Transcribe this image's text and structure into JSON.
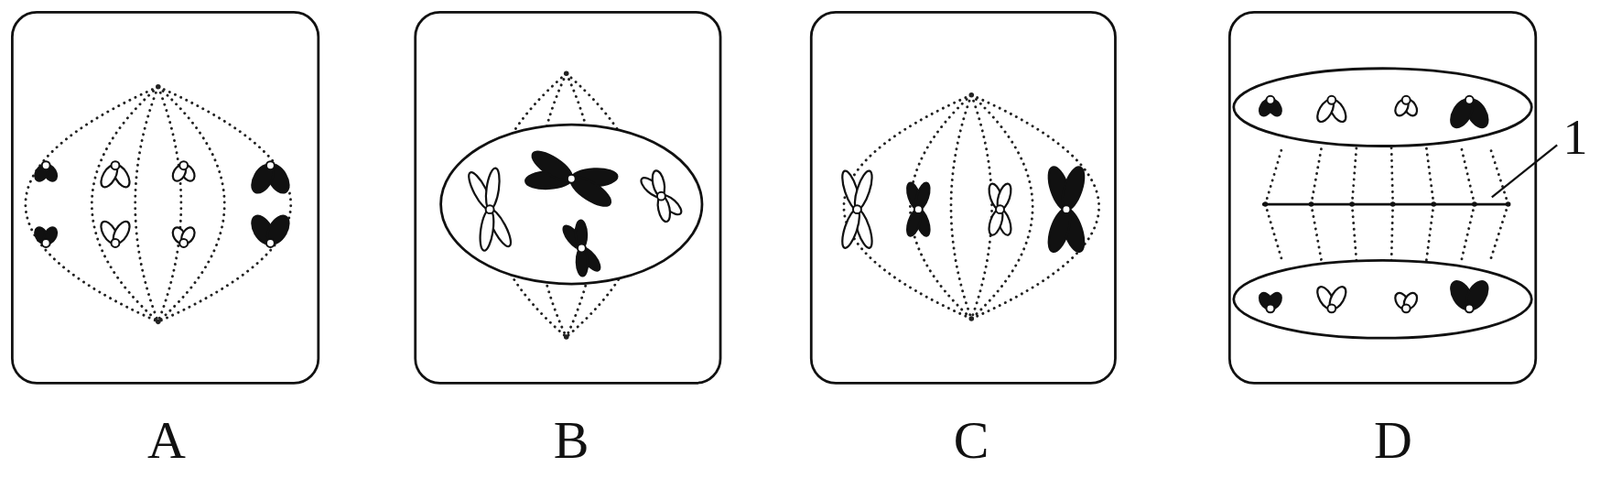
{
  "diagram": {
    "labels": [
      "A",
      "B",
      "C",
      "D",
      "1"
    ]
  }
}
